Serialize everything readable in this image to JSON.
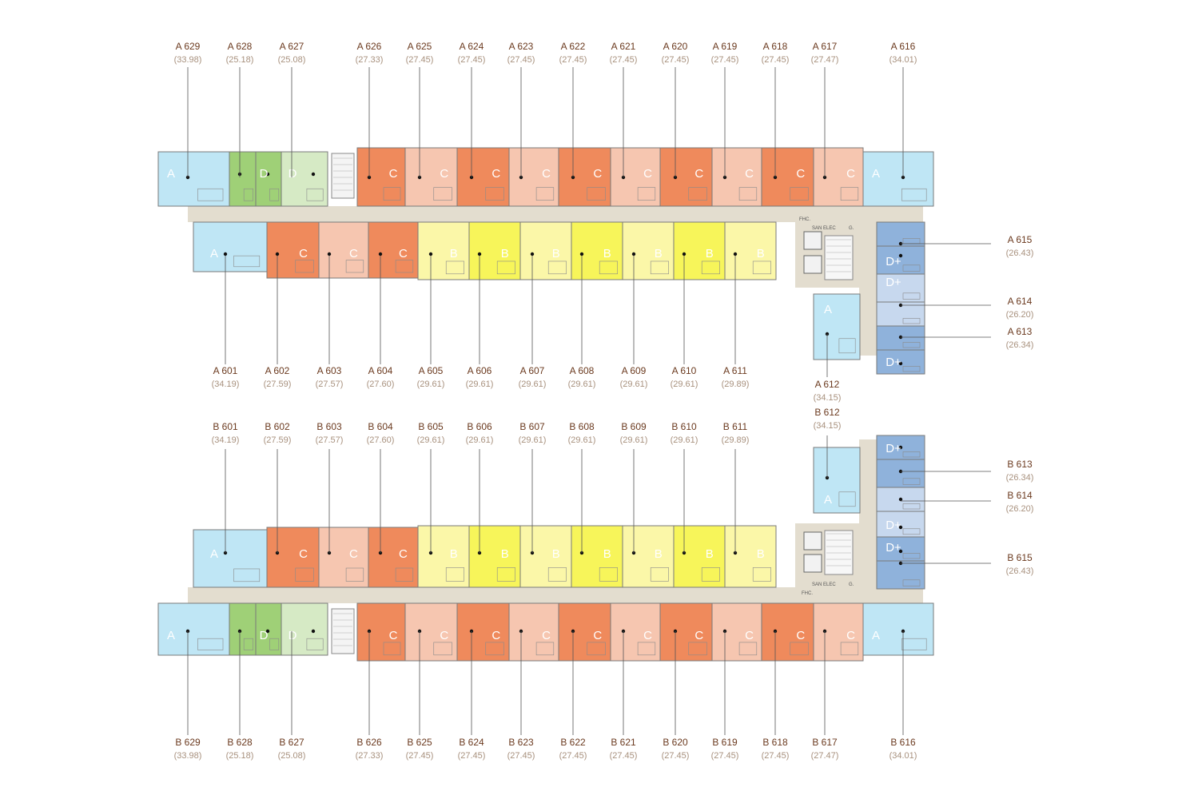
{
  "colors": {
    "A": "#bfe6f5",
    "B": "#f7f55a",
    "B_light": "#fbf7a8",
    "C": "#ef8a5c",
    "C_light": "#f6c6b0",
    "D": "#9fd077",
    "D_light": "#d6eac5",
    "Dplus": "#8fb2db",
    "Dplus_light": "#c7d8ee",
    "corridor": "#e3ddcf"
  },
  "service_labels": {
    "fhc": "FHC.",
    "san": "SAN",
    "elec": "ELEC",
    "g": "G."
  },
  "block_a": {
    "top_units": [
      {
        "id": "A 629",
        "area": "(33.98)",
        "type": "A"
      },
      {
        "id": "A 628",
        "area": "(25.18)",
        "type": "D"
      },
      {
        "id": "A 627",
        "area": "(25.08)",
        "type": "D"
      },
      {
        "id": "A 626",
        "area": "(27.33)",
        "type": "C"
      },
      {
        "id": "A 625",
        "area": "(27.45)",
        "type": "C"
      },
      {
        "id": "A 624",
        "area": "(27.45)",
        "type": "C"
      },
      {
        "id": "A 623",
        "area": "(27.45)",
        "type": "C"
      },
      {
        "id": "A 622",
        "area": "(27.45)",
        "type": "C"
      },
      {
        "id": "A 621",
        "area": "(27.45)",
        "type": "C"
      },
      {
        "id": "A 620",
        "area": "(27.45)",
        "type": "C"
      },
      {
        "id": "A 619",
        "area": "(27.45)",
        "type": "C"
      },
      {
        "id": "A 618",
        "area": "(27.45)",
        "type": "C"
      },
      {
        "id": "A 617",
        "area": "(27.47)",
        "type": "C"
      },
      {
        "id": "A 616",
        "area": "(34.01)",
        "type": "A"
      }
    ],
    "bottom_units": [
      {
        "id": "A 601",
        "area": "(34.19)",
        "type": "A"
      },
      {
        "id": "A 602",
        "area": "(27.59)",
        "type": "C"
      },
      {
        "id": "A 603",
        "area": "(27.57)",
        "type": "C"
      },
      {
        "id": "A 604",
        "area": "(27.60)",
        "type": "C"
      },
      {
        "id": "A 605",
        "area": "(29.61)",
        "type": "B"
      },
      {
        "id": "A 606",
        "area": "(29.61)",
        "type": "B"
      },
      {
        "id": "A 607",
        "area": "(29.61)",
        "type": "B"
      },
      {
        "id": "A 608",
        "area": "(29.61)",
        "type": "B"
      },
      {
        "id": "A 609",
        "area": "(29.61)",
        "type": "B"
      },
      {
        "id": "A 610",
        "area": "(29.61)",
        "type": "B"
      },
      {
        "id": "A 611",
        "area": "(29.89)",
        "type": "B"
      }
    ],
    "right_units": [
      {
        "id": "A 615",
        "area": "(26.43)",
        "type": "D+"
      },
      {
        "id": "A 614",
        "area": "(26.20)",
        "type": "D+"
      },
      {
        "id": "A 613",
        "area": "(26.34)",
        "type": "D+"
      }
    ],
    "wing_unit": {
      "id": "A 612",
      "area": "(34.15)",
      "type": "A"
    }
  },
  "block_b": {
    "top_units": [
      {
        "id": "B 601",
        "area": "(34.19)",
        "type": "A"
      },
      {
        "id": "B 602",
        "area": "(27.59)",
        "type": "C"
      },
      {
        "id": "B 603",
        "area": "(27.57)",
        "type": "C"
      },
      {
        "id": "B 604",
        "area": "(27.60)",
        "type": "C"
      },
      {
        "id": "B 605",
        "area": "(29.61)",
        "type": "B"
      },
      {
        "id": "B 606",
        "area": "(29.61)",
        "type": "B"
      },
      {
        "id": "B 607",
        "area": "(29.61)",
        "type": "B"
      },
      {
        "id": "B 608",
        "area": "(29.61)",
        "type": "B"
      },
      {
        "id": "B 609",
        "area": "(29.61)",
        "type": "B"
      },
      {
        "id": "B 610",
        "area": "(29.61)",
        "type": "B"
      },
      {
        "id": "B 611",
        "area": "(29.89)",
        "type": "B"
      }
    ],
    "bottom_units": [
      {
        "id": "B 629",
        "area": "(33.98)",
        "type": "A"
      },
      {
        "id": "B 628",
        "area": "(25.18)",
        "type": "D"
      },
      {
        "id": "B 627",
        "area": "(25.08)",
        "type": "D"
      },
      {
        "id": "B 626",
        "area": "(27.33)",
        "type": "C"
      },
      {
        "id": "B 625",
        "area": "(27.45)",
        "type": "C"
      },
      {
        "id": "B 624",
        "area": "(27.45)",
        "type": "C"
      },
      {
        "id": "B 623",
        "area": "(27.45)",
        "type": "C"
      },
      {
        "id": "B 622",
        "area": "(27.45)",
        "type": "C"
      },
      {
        "id": "B 621",
        "area": "(27.45)",
        "type": "C"
      },
      {
        "id": "B 620",
        "area": "(27.45)",
        "type": "C"
      },
      {
        "id": "B 619",
        "area": "(27.45)",
        "type": "C"
      },
      {
        "id": "B 618",
        "area": "(27.45)",
        "type": "C"
      },
      {
        "id": "B 617",
        "area": "(27.47)",
        "type": "C"
      },
      {
        "id": "B 616",
        "area": "(34.01)",
        "type": "A"
      }
    ],
    "right_units": [
      {
        "id": "B 613",
        "area": "(26.34)",
        "type": "D+"
      },
      {
        "id": "B 614",
        "area": "(26.20)",
        "type": "D+"
      },
      {
        "id": "B 615",
        "area": "(26.43)",
        "type": "D+"
      }
    ],
    "wing_unit": {
      "id": "B 612",
      "area": "(34.15)",
      "type": "A"
    }
  }
}
